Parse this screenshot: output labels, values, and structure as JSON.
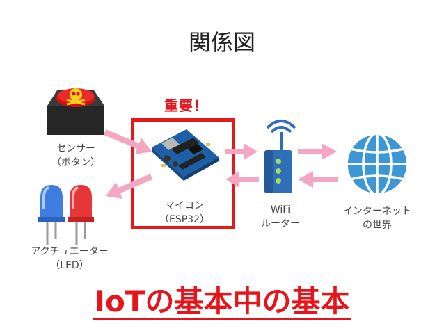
{
  "diagram": {
    "title": "関係図",
    "important_label": "重要！",
    "nodes": {
      "sensor": {
        "line1": "センサー",
        "line2": "（ボタン）",
        "icon": "skull-button-icon"
      },
      "actuator": {
        "line1": "アクチュエーター",
        "line2": "（LED）",
        "icon": "led-icon"
      },
      "microcontroller": {
        "line1": "マイコン",
        "line2": "（ESP32）",
        "icon": "microcontroller-board-icon"
      },
      "router": {
        "line1": "WiFi",
        "line2": "ルーター",
        "icon": "wifi-router-icon"
      },
      "internet": {
        "line1": "インターネット",
        "line2": "の世界",
        "icon": "globe-icon"
      }
    },
    "footer": "IoTの基本中の基本"
  },
  "colors": {
    "accent_red": "#e5151b",
    "arrow_pink": "#f4a6c3",
    "globe_blue": "#3b97d6",
    "router_blue": "#2e6fb8",
    "board_blue": "#1f5fa8"
  }
}
